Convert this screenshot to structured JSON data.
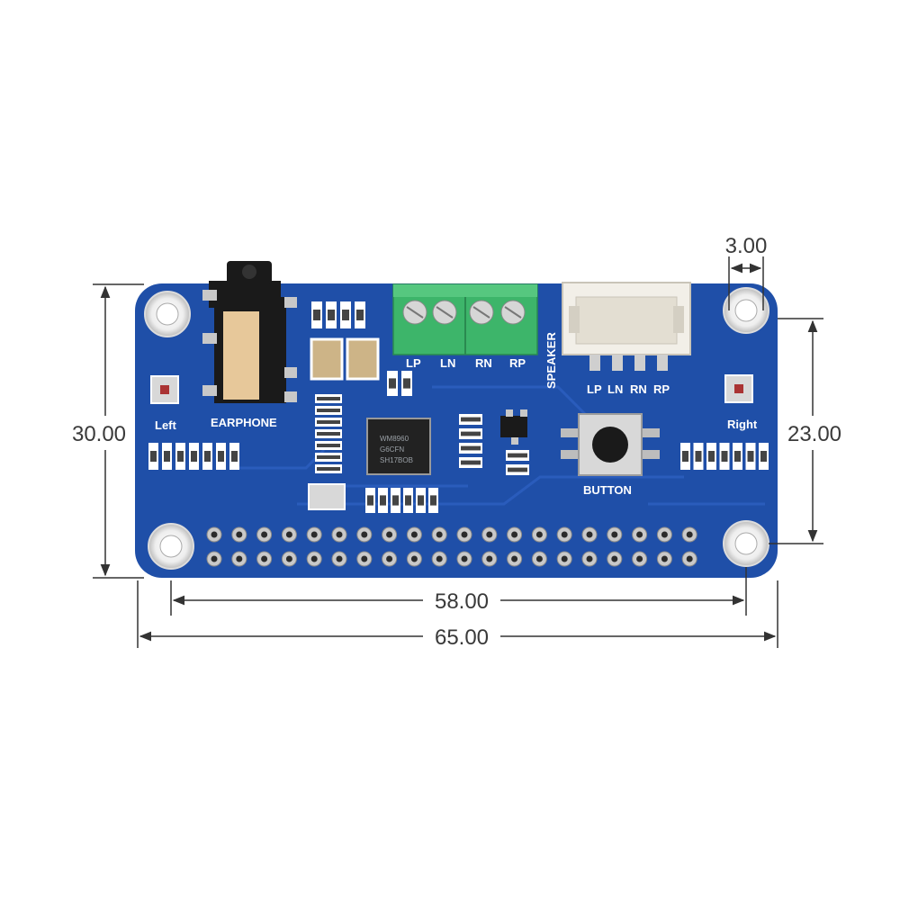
{
  "dimensions": {
    "width_total": "65.00",
    "hole_spacing_x": "58.00",
    "height_total": "30.00",
    "hole_spacing_y": "23.00",
    "hole_offset": "3.00"
  },
  "labels": {
    "earphone": "EARPHONE",
    "left": "Left",
    "right": "Right",
    "speaker": "SPEAKER",
    "button": "BUTTON",
    "terminal_pins": [
      "LP",
      "LN",
      "RN",
      "RP"
    ],
    "connector_pins": [
      "LP",
      "LN",
      "RN",
      "RP"
    ],
    "chip_lines": [
      "WM8960",
      "G6CFN",
      "SH17BOB"
    ]
  },
  "colors": {
    "pcb": "#1f4fa8",
    "terminal": "#3db56a",
    "dimension_line": "#333333",
    "pad": "#c8c8c8"
  }
}
